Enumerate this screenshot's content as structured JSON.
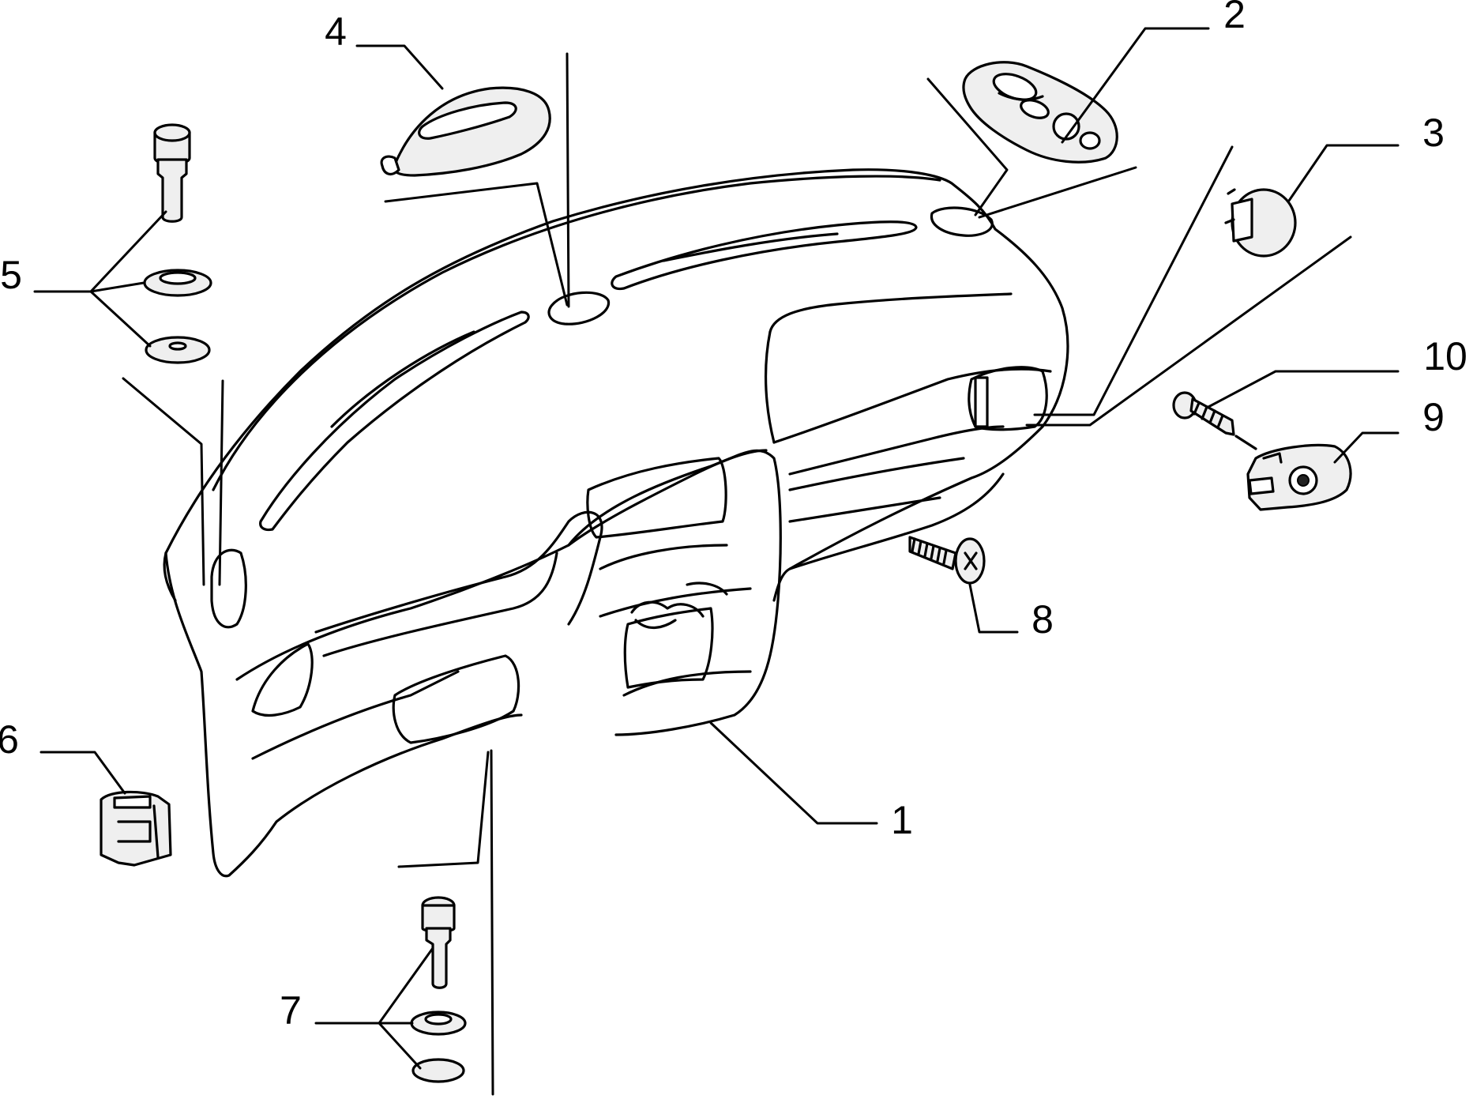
{
  "diagram": {
    "callouts": [
      {
        "id": "1",
        "label": "1",
        "part": "dashboard-panel"
      },
      {
        "id": "2",
        "label": "2",
        "part": "switch-panel"
      },
      {
        "id": "3",
        "label": "3",
        "part": "round-cap"
      },
      {
        "id": "4",
        "label": "4",
        "part": "speaker-grille-cover"
      },
      {
        "id": "5",
        "label": "5",
        "part": "bolt-with-washers"
      },
      {
        "id": "6",
        "label": "6",
        "part": "clip"
      },
      {
        "id": "7",
        "label": "7",
        "part": "bolt-with-washers"
      },
      {
        "id": "8",
        "label": "8",
        "part": "self-tapping-screw"
      },
      {
        "id": "9",
        "label": "9",
        "part": "bracket-clip"
      },
      {
        "id": "10",
        "label": "10",
        "part": "screw"
      }
    ]
  }
}
